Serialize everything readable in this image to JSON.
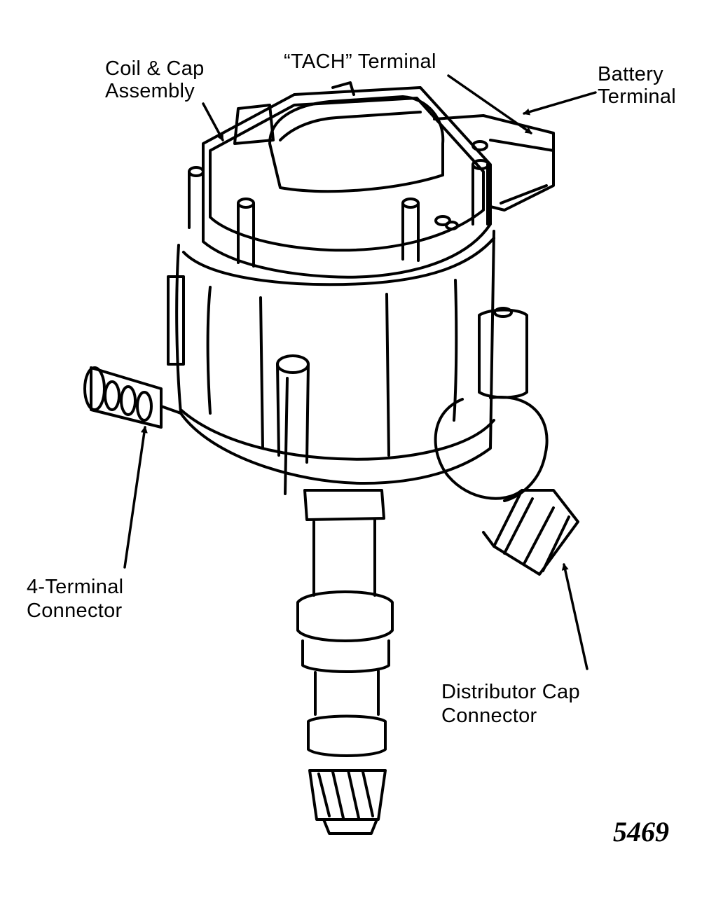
{
  "labels": {
    "coil_cap_line1": "Coil & Cap",
    "coil_cap_line2": "Assembly",
    "tach_terminal": "“TACH” Terminal",
    "battery_line1": "Battery",
    "battery_line2": "Terminal",
    "four_terminal_line1": "4-Terminal",
    "four_terminal_line2": "Connector",
    "dist_cap_line1": "Distributor Cap",
    "dist_cap_line2": "Connector"
  },
  "figure_number": "5469",
  "colors": {
    "ink": "#000000",
    "paper": "#ffffff"
  }
}
